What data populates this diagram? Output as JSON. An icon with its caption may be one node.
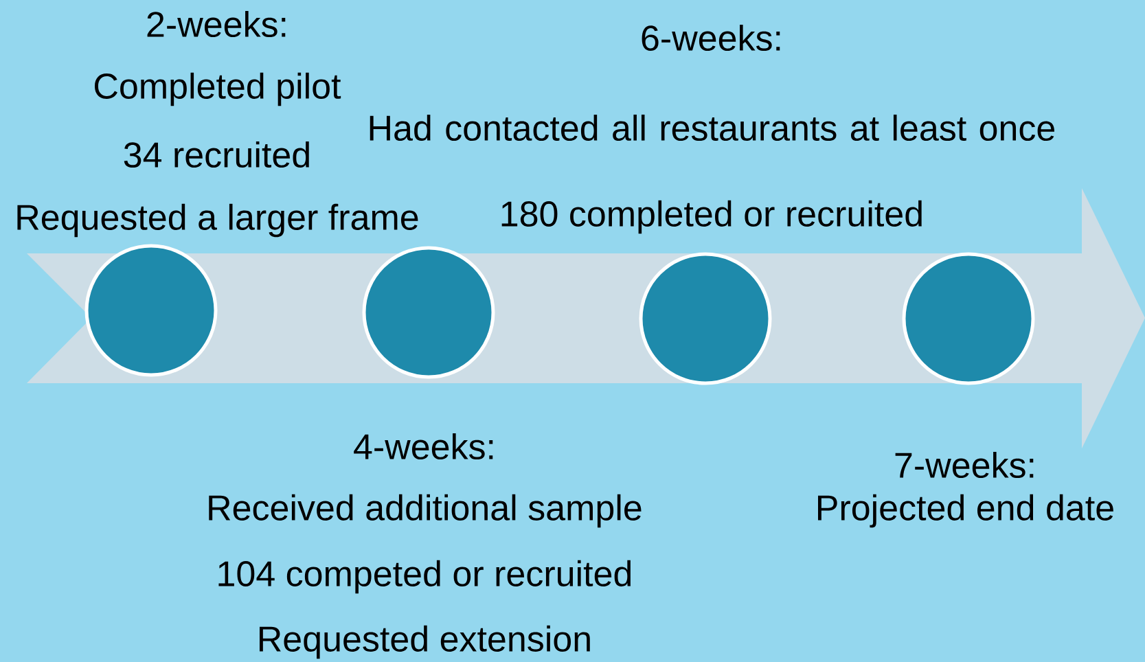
{
  "diagram": {
    "nodes": [
      {
        "text": [],
        "shape": "circle",
        "beside": [
          "2-weeks:",
          "Completed pilot",
          "34 recruited",
          "Requested a larger frame"
        ]
      },
      {
        "text": [],
        "shape": "circle",
        "beside": [
          "4-weeks:",
          "Received additional sample",
          "104 competed or recruited",
          "Requested extension"
        ]
      },
      {
        "text": [],
        "shape": "circle",
        "beside": [
          "6-weeks:",
          "Had contacted all restaurants at least once",
          "180 completed or recruited"
        ]
      },
      {
        "text": [],
        "shape": "circle",
        "beside": [
          "7-weeks:",
          "Projected end date"
        ]
      }
    ]
  }
}
